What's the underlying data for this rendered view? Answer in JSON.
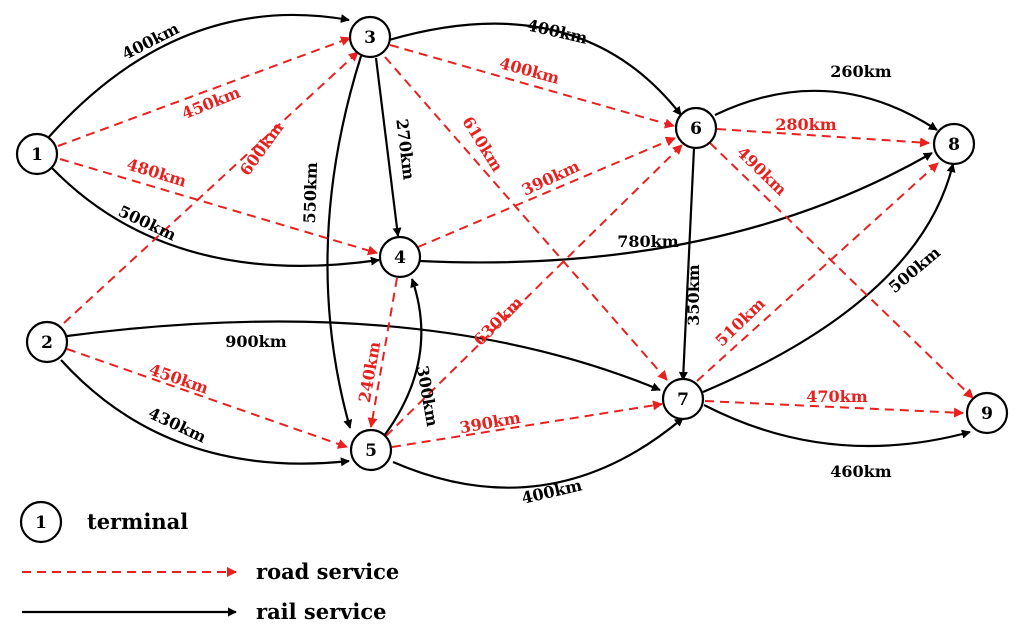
{
  "colors": {
    "rail": "#000000",
    "road": "#e8211f"
  },
  "nodes": [
    {
      "id": "1",
      "label": "1"
    },
    {
      "id": "2",
      "label": "2"
    },
    {
      "id": "3",
      "label": "3"
    },
    {
      "id": "4",
      "label": "4"
    },
    {
      "id": "5",
      "label": "5"
    },
    {
      "id": "6",
      "label": "6"
    },
    {
      "id": "7",
      "label": "7"
    },
    {
      "id": "8",
      "label": "8"
    },
    {
      "id": "9",
      "label": "9"
    }
  ],
  "rail_edges": [
    {
      "from": "1",
      "to": "3",
      "distance": "400km"
    },
    {
      "from": "1",
      "to": "4",
      "distance": "500km"
    },
    {
      "from": "3",
      "to": "6",
      "distance": "400km"
    },
    {
      "from": "3",
      "to": "4",
      "distance": "270km"
    },
    {
      "from": "3",
      "to": "5",
      "distance": "550km"
    },
    {
      "from": "6",
      "to": "8",
      "distance": "260km"
    },
    {
      "from": "6",
      "to": "7",
      "distance": "350km"
    },
    {
      "from": "4",
      "to": "8",
      "distance": "780km"
    },
    {
      "from": "2",
      "to": "7",
      "distance": "900km"
    },
    {
      "from": "2",
      "to": "5",
      "distance": "430km"
    },
    {
      "from": "5",
      "to": "4",
      "distance": "300km"
    },
    {
      "from": "5",
      "to": "7",
      "distance": "400km"
    },
    {
      "from": "7",
      "to": "8",
      "distance": "500km"
    },
    {
      "from": "7",
      "to": "9",
      "distance": "460km"
    }
  ],
  "road_edges": [
    {
      "from": "1",
      "to": "3",
      "distance": "450km"
    },
    {
      "from": "1",
      "to": "4",
      "distance": "480km"
    },
    {
      "from": "2",
      "to": "3",
      "distance": "600km"
    },
    {
      "from": "3",
      "to": "6",
      "distance": "400km"
    },
    {
      "from": "3",
      "to": "7",
      "distance": "610km"
    },
    {
      "from": "4",
      "to": "6",
      "distance": "390km"
    },
    {
      "from": "6",
      "to": "8",
      "distance": "280km"
    },
    {
      "from": "6",
      "to": "9",
      "distance": "490km"
    },
    {
      "from": "4",
      "to": "5",
      "distance": "240km"
    },
    {
      "from": "5",
      "to": "6",
      "distance": "630km"
    },
    {
      "from": "5",
      "to": "7",
      "distance": "390km"
    },
    {
      "from": "7",
      "to": "8",
      "distance": "510km"
    },
    {
      "from": "7",
      "to": "9",
      "distance": "470km"
    },
    {
      "from": "2",
      "to": "5",
      "distance": "450km"
    }
  ],
  "legend": {
    "node_sample": "1",
    "terminal": "terminal",
    "road_service": "road service",
    "rail_service": "rail service"
  }
}
